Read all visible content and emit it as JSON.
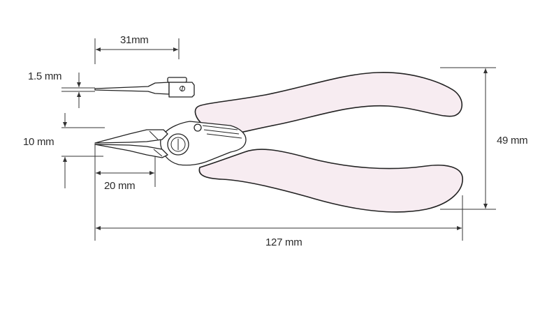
{
  "colors": {
    "handle_fill": "#f7ecf1",
    "stroke": "#222222",
    "background": "#ffffff"
  },
  "dimensions": {
    "jaw_length": "31mm",
    "tip_thickness": "1.5 mm",
    "jaw_width": "10 mm",
    "jaw_to_joint": "20 mm",
    "overall_length": "127 mm",
    "handle_spread": "49 mm"
  }
}
